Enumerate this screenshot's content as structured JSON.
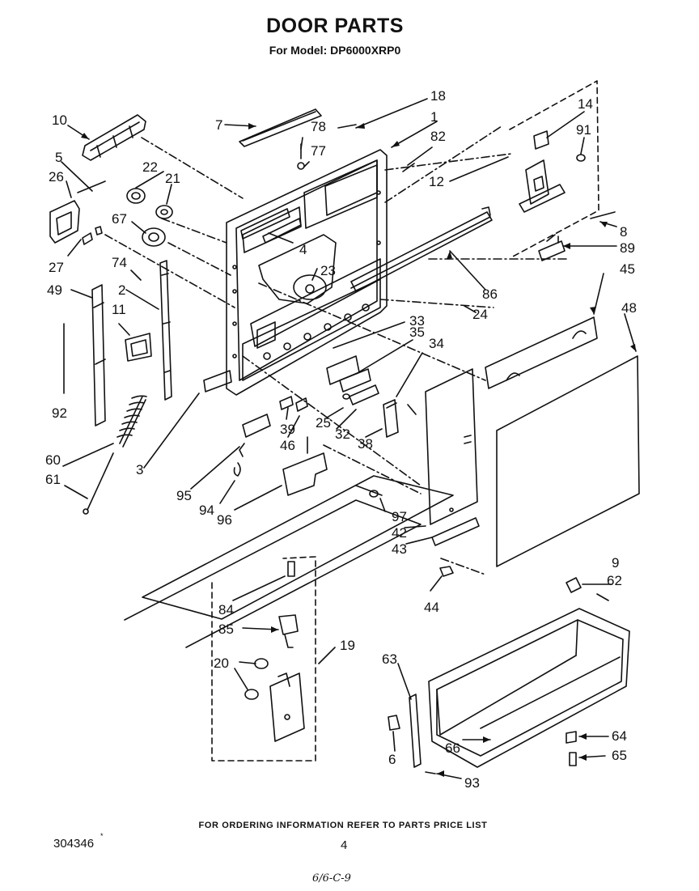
{
  "header": {
    "title": "DOOR PARTS",
    "subtitle": "For Model: DP6000XRP0"
  },
  "footer": {
    "ordering_note": "FOR ORDERING INFORMATION REFER TO PARTS PRICE LIST",
    "doc_number": "304346",
    "doc_mark": "*",
    "page_number": "4",
    "handwritten_date": "6/6-C-9"
  },
  "callouts": [
    "10",
    "5",
    "26",
    "27",
    "22",
    "21",
    "67",
    "74",
    "2",
    "49",
    "11",
    "92",
    "60",
    "61",
    "7",
    "78",
    "77",
    "18",
    "1",
    "82",
    "4",
    "23",
    "3",
    "95",
    "94",
    "96",
    "39",
    "46",
    "25",
    "32",
    "38",
    "33",
    "35",
    "34",
    "97",
    "42",
    "43",
    "44",
    "86",
    "24",
    "12",
    "14",
    "91",
    "8",
    "89",
    "45",
    "48",
    "84",
    "85",
    "20",
    "19",
    "9",
    "62",
    "63",
    "6",
    "66",
    "64",
    "65",
    "93"
  ],
  "colors": {
    "ink": "#111111",
    "paper": "#ffffff"
  }
}
